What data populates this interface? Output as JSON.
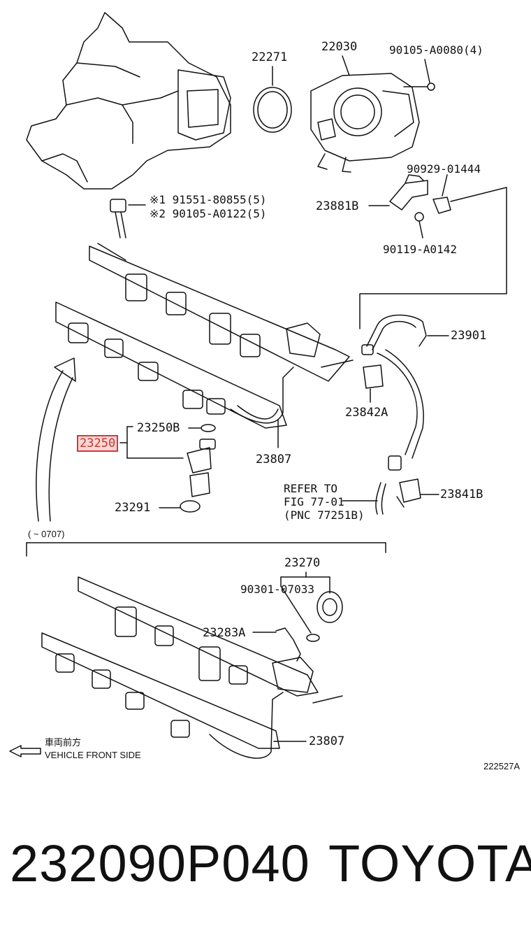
{
  "labels": {
    "p22271": "22271",
    "p22030": "22030",
    "p90105a0080": "90105-A0080(4)",
    "p90929": "90929-01444",
    "p91551": "※1 91551-80855(5)",
    "p90105a0122": "※2 90105-A0122(5)",
    "p23881b": "23881B",
    "p90119": "90119-A0142",
    "p23901": "23901",
    "p23842a": "23842A",
    "p23250b": "23250B",
    "p23250": "23250",
    "p23807_top": "23807",
    "p23291": "23291",
    "p23841b": "23841B",
    "refer1": "REFER TO",
    "refer2": "FIG 77-01",
    "refer3": "(PNC 77251B)",
    "range": "(      ~ 0707)",
    "p23270": "23270",
    "p90301": "90301-07033",
    "p23283a": "23283A",
    "p23807_bottom": "23807",
    "front_jp": "車両前方",
    "front_en": "VEHICLE FRONT SIDE",
    "fig_code": "222527A"
  },
  "highlight_color": "#d4373c",
  "footer": {
    "part_number": "232090P040",
    "brand": "TOYOTA"
  }
}
